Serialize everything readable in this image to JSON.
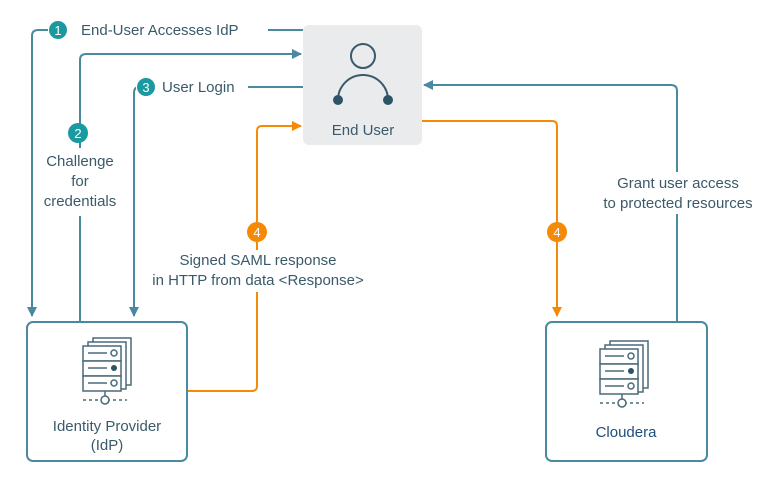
{
  "colors": {
    "teal_line": "#4a8aa0",
    "orange_line": "#f58a07",
    "badge_teal": "#1a9aa0",
    "badge_orange": "#f58a07",
    "text": "#3a5a6a",
    "cloudera_text": "#1f4e7a",
    "end_user_bg": "#e9ebed"
  },
  "nodes": {
    "end_user": {
      "label": "End User",
      "icon": "user-icon"
    },
    "idp": {
      "label_line1": "Identity Provider",
      "label_line2": "(IdP)",
      "icon": "server-stack-icon"
    },
    "cloudera": {
      "label": "Cloudera",
      "icon": "server-stack-icon"
    }
  },
  "steps": [
    {
      "number": "1",
      "label": "End-User Accesses IdP"
    },
    {
      "number": "2",
      "label_lines": [
        "Challenge",
        "for",
        "credentials"
      ]
    },
    {
      "number": "3",
      "label": "User Login"
    },
    {
      "number": "4",
      "label_lines": [
        "Signed SAML response",
        "in HTTP from data <Response>"
      ]
    },
    {
      "number": "4",
      "label": ""
    }
  ],
  "grant": {
    "label_lines": [
      "Grant user access",
      "to protected resources"
    ]
  }
}
